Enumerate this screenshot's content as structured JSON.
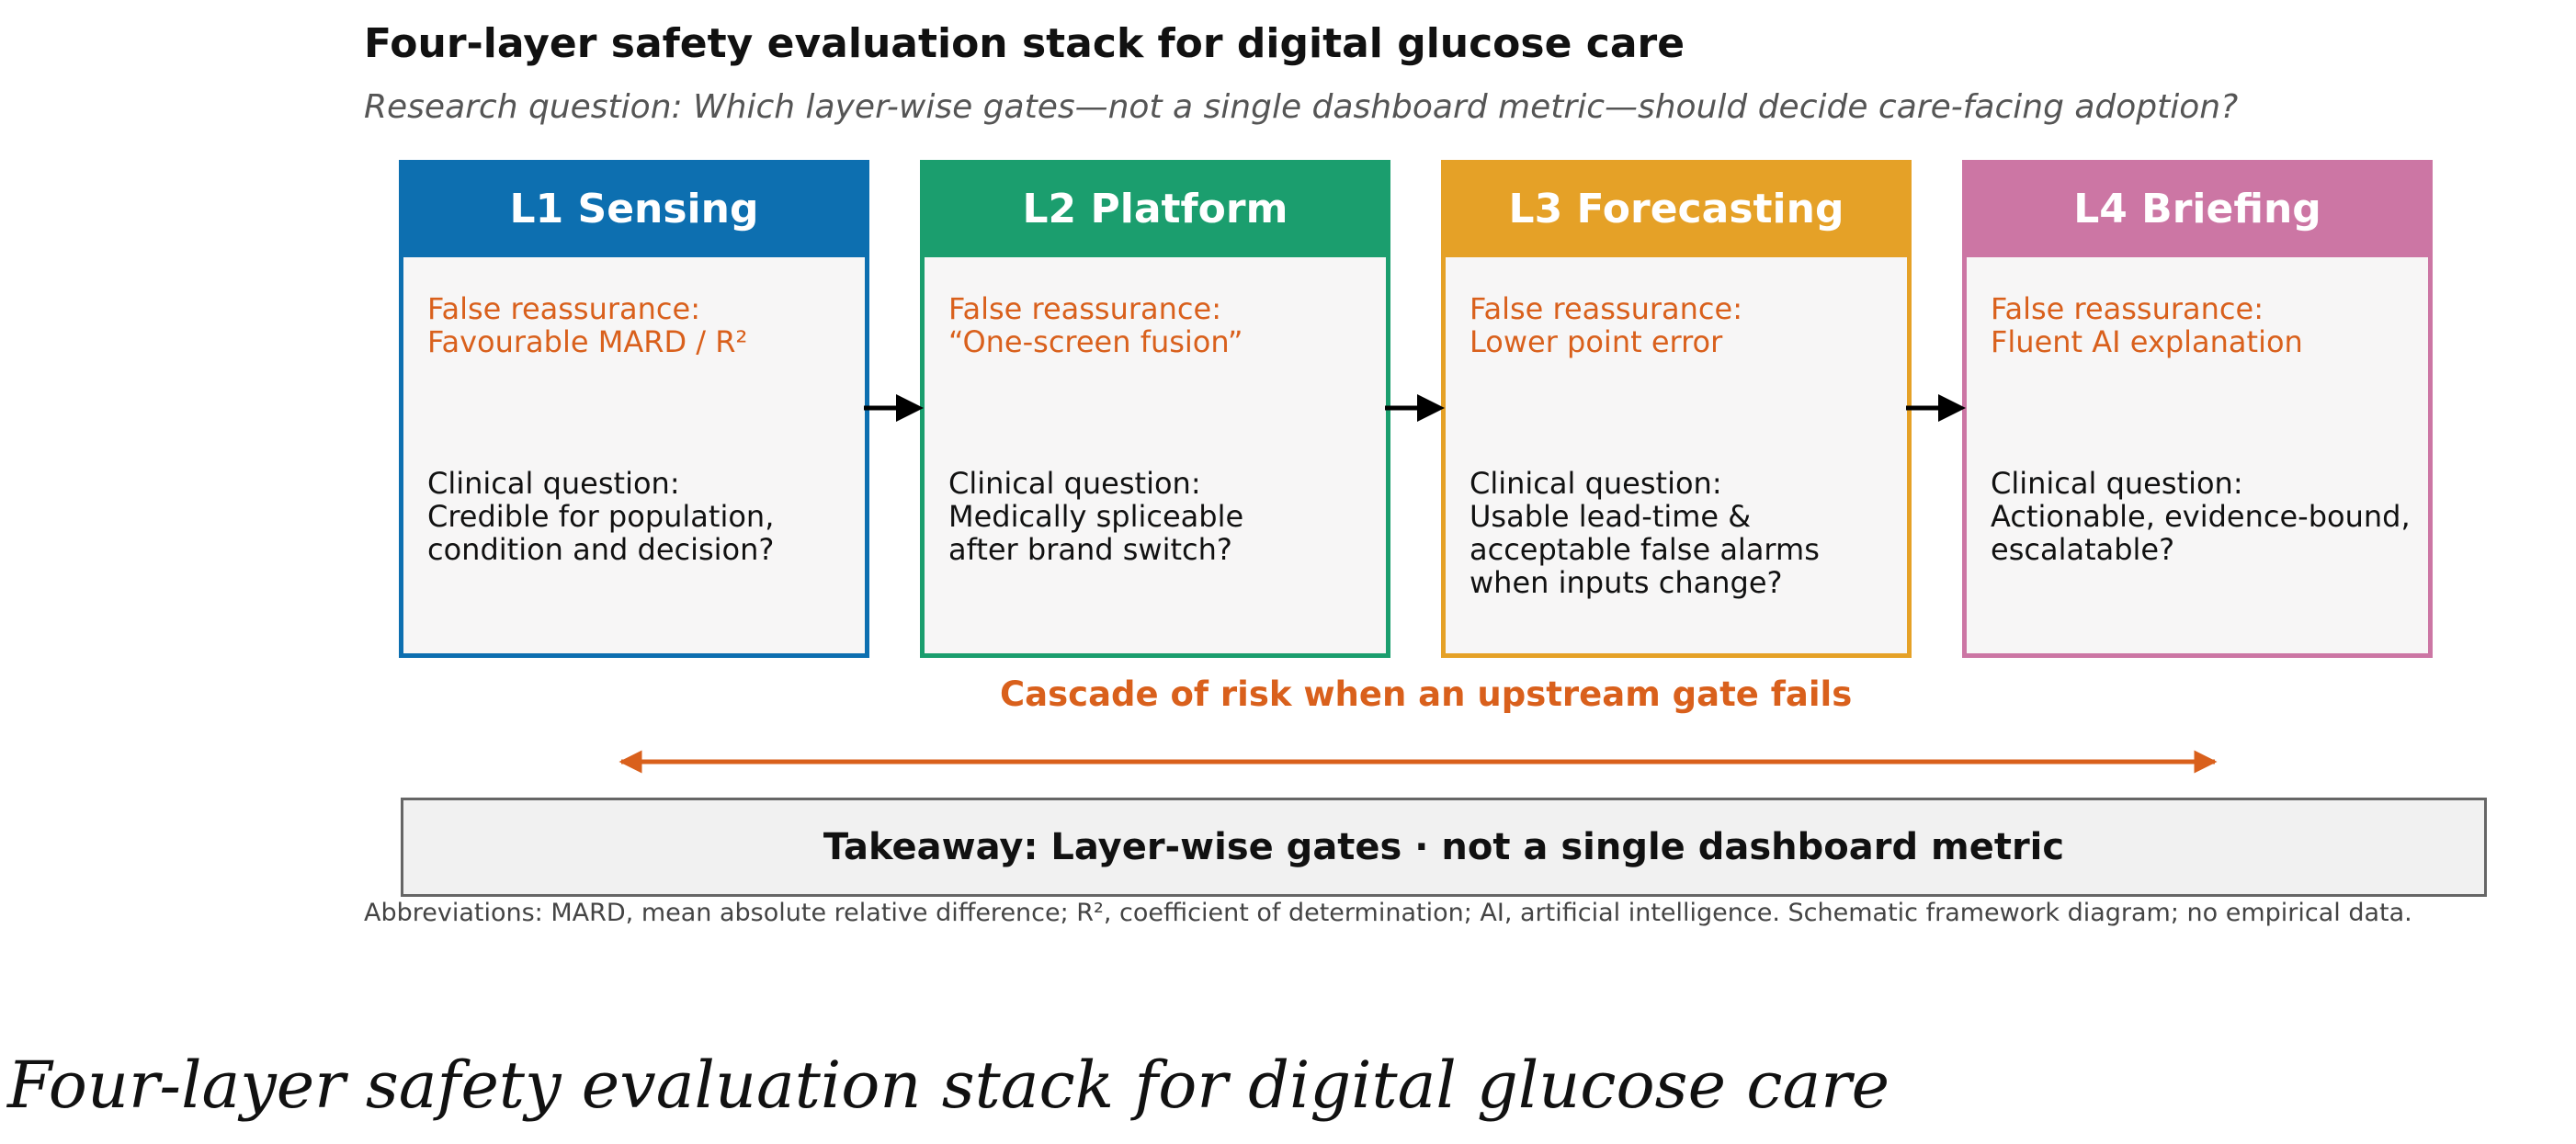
{
  "title": "Four-layer safety evaluation stack for digital glucose care",
  "subtitle": "Research question: Which layer-wise gates—not a single dashboard metric—should decide care-facing adoption?",
  "colors": {
    "l1": "#0d6fb0",
    "l2": "#1b9e6e",
    "l3": "#e5a127",
    "l4": "#cc76a4",
    "risk_accent": "#d9601c",
    "false_reassurance_text": "#d9601c"
  },
  "layers": [
    {
      "name": "L1 Sensing",
      "false_reassurance_label": "False reassurance:",
      "false_reassurance": "Favourable MARD / R²",
      "clinical_question_label": "Clinical question:",
      "clinical_question_lines": [
        "Credible for population,",
        "condition and decision?"
      ]
    },
    {
      "name": "L2 Platform",
      "false_reassurance_label": "False reassurance:",
      "false_reassurance": "“One-screen fusion”",
      "clinical_question_label": "Clinical question:",
      "clinical_question_lines": [
        "Medically spliceable",
        "after brand switch?"
      ]
    },
    {
      "name": "L3 Forecasting",
      "false_reassurance_label": "False reassurance:",
      "false_reassurance": "Lower point error",
      "clinical_question_label": "Clinical question:",
      "clinical_question_lines": [
        "Usable lead-time &",
        "acceptable false alarms",
        "when inputs change?"
      ]
    },
    {
      "name": "L4 Briefing",
      "false_reassurance_label": "False reassurance:",
      "false_reassurance": "Fluent AI explanation",
      "clinical_question_label": "Clinical question:",
      "clinical_question_lines": [
        "Actionable, evidence-bound,",
        "escalatable?"
      ]
    }
  ],
  "cascade_label": "Cascade of risk when an upstream gate fails",
  "takeaway": "Takeaway: Layer-wise gates · not a single dashboard metric",
  "abbreviations": "Abbreviations: MARD, mean absolute relative difference; R², coefficient of determination; AI, artificial intelligence. Schematic framework diagram; no empirical data.",
  "caption": "Four-layer safety evaluation stack for digital glucose care"
}
